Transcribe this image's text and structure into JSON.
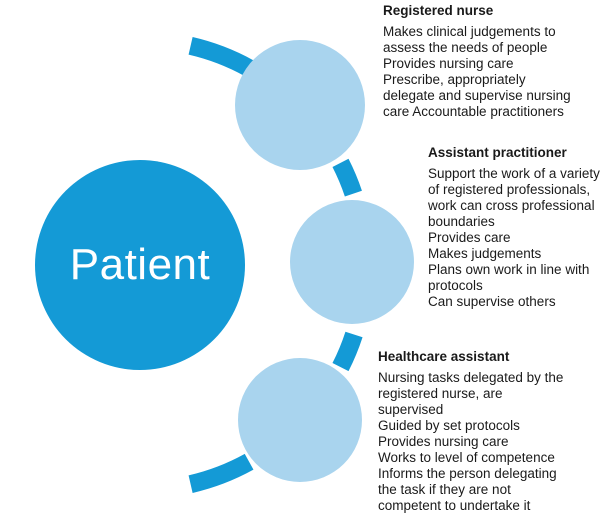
{
  "colors": {
    "primary": "#149ad6",
    "light": "#a9d4ee"
  },
  "patient": {
    "label": "Patient"
  },
  "roles": [
    {
      "title": "Registered nurse",
      "body": "Makes clinical judgements to\nassess the needs of people\nProvides nursing care\nPrescribe, appropriately\ndelegate and supervise nursing\ncare Accountable practitioners"
    },
    {
      "title": "Assistant practitioner",
      "body": "Support the work of a variety\nof registered professionals,\nwork can cross professional\nboundaries\nProvides care\nMakes judgements\nPlans own work in line with\nprotocols\nCan supervise others"
    },
    {
      "title": "Healthcare assistant",
      "body": "Nursing tasks delegated by the\nregistered nurse, are\nsupervised\nGuided by set protocols\nProvides nursing care\nWorks to level of competence\nInforms the person delegating\nthe task if they are not\ncompetent to undertake it"
    }
  ]
}
